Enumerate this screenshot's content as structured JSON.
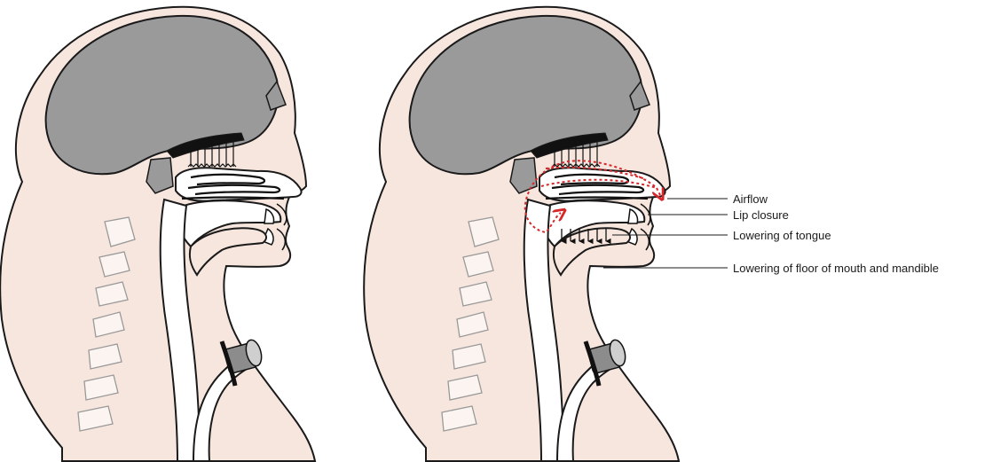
{
  "diagram": {
    "colors": {
      "skin": "#f7e6de",
      "outline": "#1a1a1a",
      "brain": "#9a9a9a",
      "bone": "#ffffff",
      "dark_bone": "#111111",
      "airflow": "#d6282b",
      "cannula": "#8c8c8c"
    },
    "labels": {
      "airflow": "Airflow",
      "lip_closure": "Lip closure",
      "lowering_tongue": "Lowering of tongue",
      "lowering_floor": "Lowering of floor of mouth and mandible"
    }
  }
}
